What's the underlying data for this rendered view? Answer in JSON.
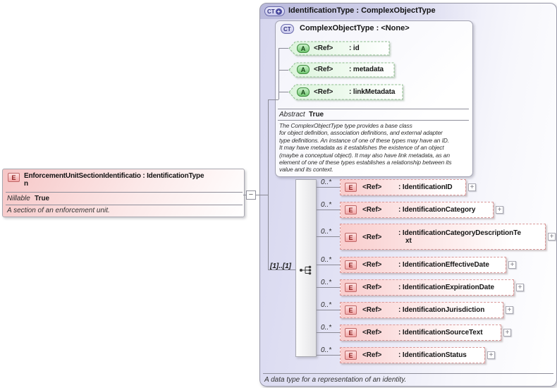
{
  "diagram": {
    "collapse_symbol": "−",
    "expand_symbol": "+",
    "left_element": {
      "icon_letter": "E",
      "title_lines": [
        "EnforcementUnitSectionIdentificatio : IdentificationType",
        "n"
      ],
      "property_label": "Nillable",
      "property_value": "True",
      "description": "A section of an enforcement unit."
    },
    "type_box": {
      "icon_letter": "CT",
      "icon_plus": "+",
      "title": "IdentificationType : ComplexObjectType",
      "footer_description": "A data type for a representation of an identity.",
      "base_type_box": {
        "icon_letter": "CT",
        "title": "ComplexObjectType : <None>",
        "attributes": [
          {
            "icon_letter": "A",
            "ref_label": "<Ref>",
            "name": ": id"
          },
          {
            "icon_letter": "A",
            "ref_label": "<Ref>",
            "name": ": metadata"
          },
          {
            "icon_letter": "A",
            "ref_label": "<Ref>",
            "name": ": linkMetadata"
          }
        ],
        "property_label": "Abstract",
        "property_value": "True",
        "description": "The ComplexObjectType type provides a base class\nfor object definition, association definitions, and external adapter\ntype definitions. An instance of one of these types may have an ID.\nIt may have metadata as it establishes the existence of an object\n(maybe a conceptual object). It may also have link metadata, as an\nelement of one of these types establishes a relationship between its\nvalue and its context."
      },
      "sequence": {
        "cardinality_label": "[1]..[1]"
      },
      "elements": [
        {
          "icon_letter": "E",
          "cardinality": "0..*",
          "ref_label": "<Ref>",
          "name_lines": [
            ": IdentificationID"
          ]
        },
        {
          "icon_letter": "E",
          "cardinality": "0..*",
          "ref_label": "<Ref>",
          "name_lines": [
            ": IdentificationCategory"
          ]
        },
        {
          "icon_letter": "E",
          "cardinality": "0..*",
          "ref_label": "<Ref>",
          "name_lines": [
            ": IdentificationCategoryDescriptionTe",
            "xt"
          ]
        },
        {
          "icon_letter": "E",
          "cardinality": "0..*",
          "ref_label": "<Ref>",
          "name_lines": [
            ": IdentificationEffectiveDate"
          ]
        },
        {
          "icon_letter": "E",
          "cardinality": "0..*",
          "ref_label": "<Ref>",
          "name_lines": [
            ": IdentificationExpirationDate"
          ]
        },
        {
          "icon_letter": "E",
          "cardinality": "0..*",
          "ref_label": "<Ref>",
          "name_lines": [
            ": IdentificationJurisdiction"
          ]
        },
        {
          "icon_letter": "E",
          "cardinality": "0..*",
          "ref_label": "<Ref>",
          "name_lines": [
            ": IdentificationSourceText"
          ]
        },
        {
          "icon_letter": "E",
          "cardinality": "0..*",
          "ref_label": "<Ref>",
          "name_lines": [
            ": IdentificationStatus"
          ]
        }
      ]
    },
    "colors": {
      "element_accent": "#f9cdcd",
      "attribute_accent": "#ddf4dd",
      "type_accent": "#dcdcf4",
      "connector": "#8a8a96"
    }
  }
}
